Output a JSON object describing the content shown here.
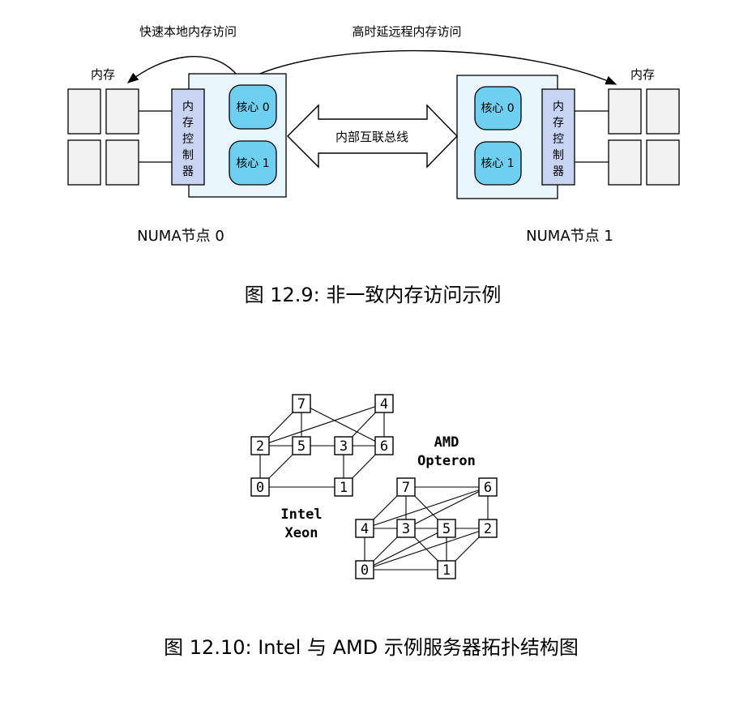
{
  "figure1": {
    "memory_left": "内存",
    "memory_right": "内存",
    "fast_local_access": "快速本地内存访问",
    "slow_remote_access": "高时延远程内存访问",
    "controller_left": [
      "内",
      "存",
      "控",
      "制",
      "器"
    ],
    "controller_right": [
      "内",
      "存",
      "控",
      "制",
      "器"
    ],
    "core0_left": "核心 0",
    "core1_left": "核心 1",
    "core0_right": "核心 0",
    "core1_right": "核心 1",
    "interconnect": "内部互联总线",
    "node0": "NUMA节点 0",
    "node1": "NUMA节点 1",
    "caption": "图 12.9: 非一致内存访问示例"
  },
  "figure2": {
    "intel_label": [
      "Intel",
      "Xeon"
    ],
    "amd_label": [
      "AMD",
      "Opteron"
    ],
    "intel_nodes": [
      "7",
      "4",
      "2",
      "5",
      "3",
      "6",
      "0",
      "1"
    ],
    "amd_nodes": [
      "7",
      "6",
      "4",
      "3",
      "5",
      "2",
      "0",
      "1"
    ],
    "caption": "图 12.10: Intel 与 AMD 示例服务器拓扑结构图"
  },
  "colors": {
    "core_fill": "#6ecff0",
    "node_fill": "#eaf6fd",
    "controller_fill": "#c9d3f2",
    "line": "#000000"
  }
}
